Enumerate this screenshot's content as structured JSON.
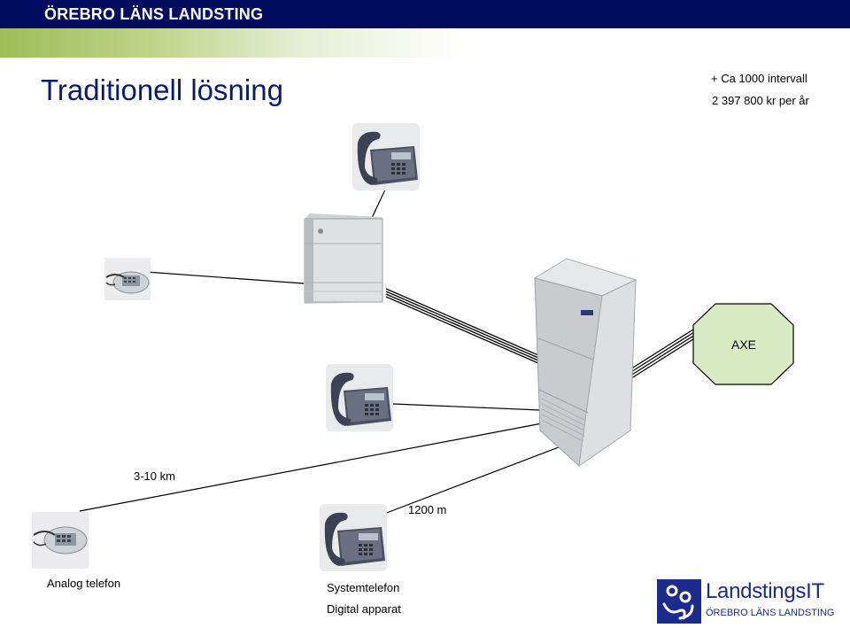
{
  "header": {
    "org_name": "ÖREBRO LÄNS LANDSTING"
  },
  "slide": {
    "title": "Traditionell lösning",
    "info_lines": [
      "+ Ca 1000 intervall",
      "2 397 800 kr per år"
    ]
  },
  "nodes": {
    "axe": "AXE"
  },
  "labels": {
    "distance_far": "3-10 km",
    "distance_near": "1200 m",
    "analog": "Analog telefon",
    "system": "Systemtelefon",
    "digital": "Digital apparat"
  },
  "logo": {
    "name": "LandstingsIT",
    "subtitle": "ÖREBRO LÄNS LANDSTING"
  },
  "colors": {
    "header_bg": "#000c5e",
    "title": "#0a1a6e",
    "axe_fill": "#d8ebc5",
    "logo_blue": "#1c2b8c"
  }
}
